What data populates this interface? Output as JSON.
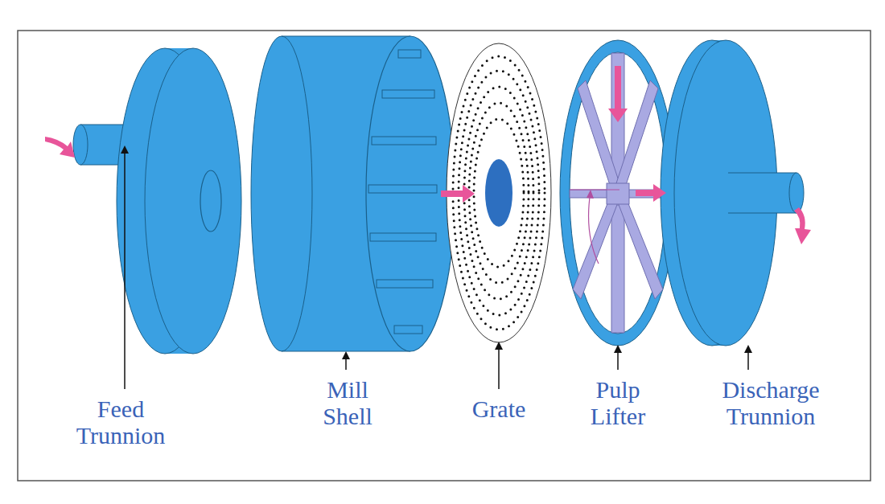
{
  "diagram": {
    "labels": [
      "Feed Trunnion",
      "Mill Shell",
      "Grate",
      "Pulp Lifter",
      "Discharge Trunnion"
    ]
  }
}
